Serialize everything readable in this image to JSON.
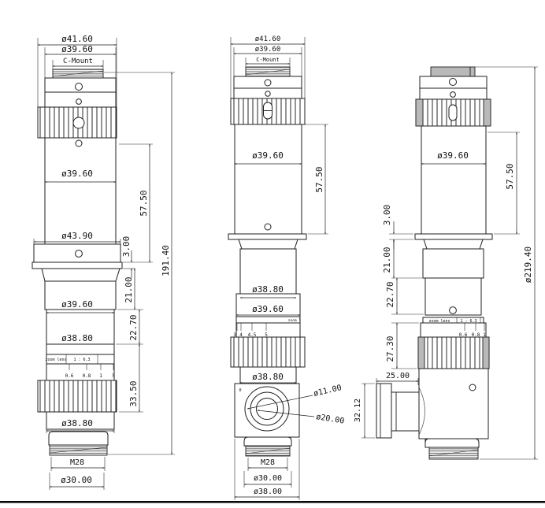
{
  "colors": {
    "line": "#1f1f1f",
    "shade": "#b9b9b9",
    "background": "#ffffff"
  },
  "views": {
    "left": {
      "dia_41_60": "ø41.60",
      "dia_39_60_top": "ø39.60",
      "c_mount": "C-Mount",
      "dia_39_60_mid": "ø39.60",
      "dim_57_50": "57.50",
      "dia_43_90": "ø43.90",
      "dim_3_00": "3.00",
      "dim_191_40": "191.40",
      "dim_21_00": "21.00",
      "dia_39_60_low": "ø39.60",
      "dim_22_70": "22.70",
      "dia_38_80_up": "ø38.80",
      "band_label": "zoom lens",
      "band_ratio": "1 : 6.3",
      "scale": [
        "0.6",
        "0.8",
        "1",
        "5"
      ],
      "dim_33_50": "33.50",
      "dia_38_80_low": "ø38.80",
      "m28": "M28",
      "dia_30_00": "ø30.00"
    },
    "middle": {
      "dia_41_60": "ø41.60",
      "dia_39_60_top": "ø39.60",
      "c_mount": "C-Mount",
      "dia_39_60_mid": "ø39.60",
      "dim_57_50": "57.50",
      "dia_38_80_up": "ø38.80",
      "dia_39_60_low": "ø39.60",
      "band_label": "zoom lens",
      "scale": [
        "3",
        "4",
        "4.5",
        "5"
      ],
      "dia_38_80_low": "ø38.80",
      "zero_mark": "0",
      "dia_11_00": "ø11.00",
      "dia_20_00": "ø20.00",
      "m28": "M28",
      "dia_30_00": "ø30.00",
      "dia_38_00": "ø38.00"
    },
    "right": {
      "dia_39_60": "ø39.60",
      "dim_57_50": "57.50",
      "dim_3_00": "3.00",
      "dim_21_00": "21.00",
      "dim_22_70": "22.70",
      "dim_27_30": "27.30",
      "band_label": "zoom lens",
      "band_ratio": "1 : 6.3",
      "scale": [
        "0.6",
        "0.8",
        "1"
      ],
      "dim_25_00": "25.00",
      "dim_32_12": "32.12",
      "dia_219_40": "ø219.40"
    }
  }
}
